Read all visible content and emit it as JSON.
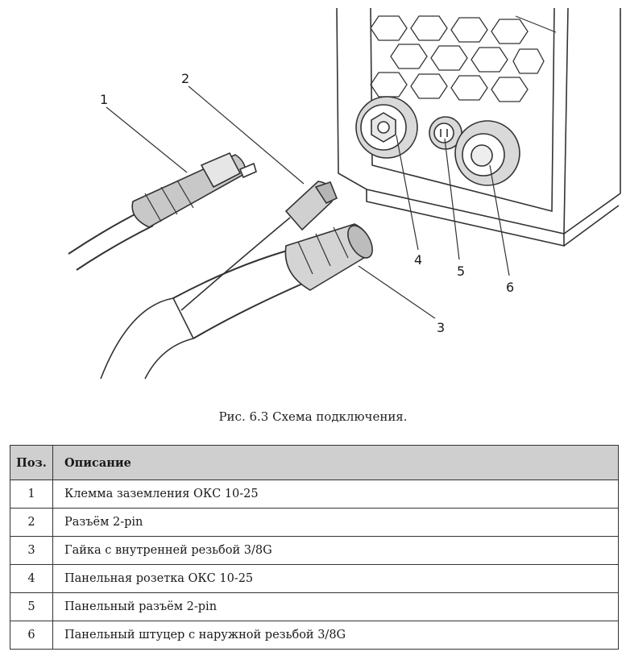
{
  "figure": {
    "callouts": [
      "1",
      "2",
      "3",
      "4",
      "5",
      "6"
    ],
    "caption": "Рис. 6.3 Схема подключения."
  },
  "table": {
    "headers": [
      "Поз.",
      "Описание"
    ],
    "rows": [
      {
        "pos": "1",
        "desc": "Клемма заземления ОКС 10-25"
      },
      {
        "pos": "2",
        "desc": "Разъём 2-pin"
      },
      {
        "pos": "3",
        "desc": "Гайка с внутренней резьбой 3/8G"
      },
      {
        "pos": "4",
        "desc": "Панельная розетка ОКС 10-25"
      },
      {
        "pos": "5",
        "desc": "Панельный разъём 2-pin"
      },
      {
        "pos": "6",
        "desc": "Панельный штуцер с наружной резьбой 3/8G"
      }
    ]
  }
}
